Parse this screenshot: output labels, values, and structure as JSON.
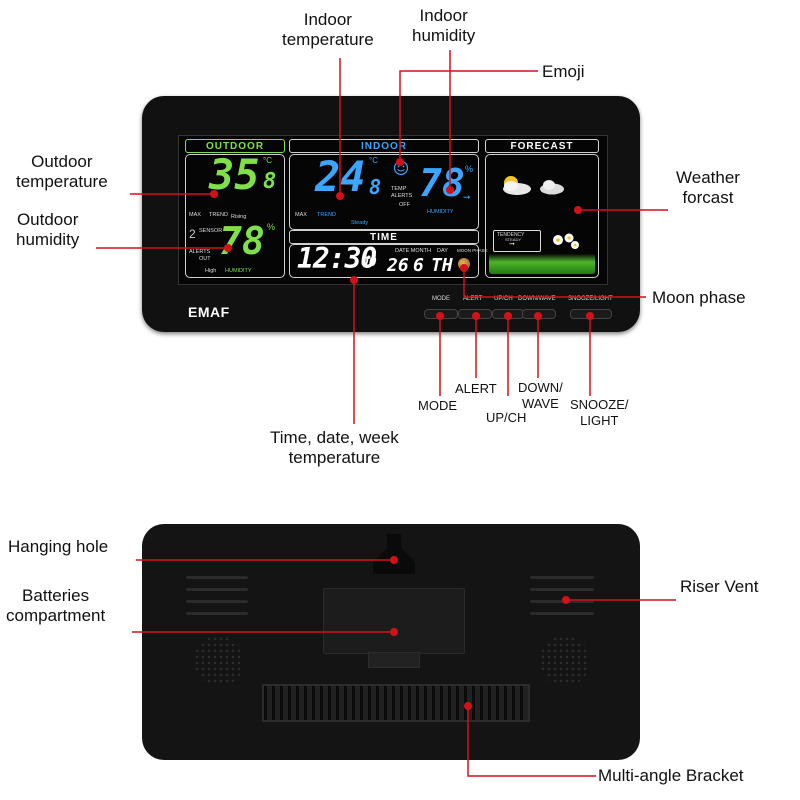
{
  "labels": {
    "indoor_temperature": [
      "Indoor",
      "temperature"
    ],
    "indoor_humidity": [
      "Indoor",
      "humidity"
    ],
    "emoji": "Emoji",
    "outdoor_temperature": [
      "Outdoor",
      "temperature"
    ],
    "outdoor_humidity": [
      "Outdoor",
      "humidity"
    ],
    "weather_forecast": [
      "Weather",
      "forcast"
    ],
    "moon_phase": "Moon phase",
    "mode": "MODE",
    "alert": "ALERT",
    "up_ch": "UP/CH",
    "down_wave": [
      "DOWN/",
      "WAVE"
    ],
    "snooze_light": [
      "SNOOZE/",
      "LIGHT"
    ],
    "time_date": [
      "Time, date, week",
      "temperature"
    ],
    "hanging_hole": "Hanging hole",
    "batteries": [
      "Batteries",
      "compartment"
    ],
    "riser_vent": "Riser Vent",
    "bracket": "Multi-angle Bracket"
  },
  "device": {
    "brand": "EMAF",
    "panels": {
      "outdoor": "OUTDOOR",
      "indoor": "INDOOR",
      "forecast": "FORECAST",
      "time": "TIME"
    },
    "outdoor_temp": "35",
    "outdoor_temp_dec": "8",
    "outdoor_hum": "78",
    "indoor_temp": "24",
    "indoor_temp_dec": "8",
    "indoor_hum": "78",
    "unit_c": "°C",
    "unit_pct": "%",
    "clock": "12:30",
    "seconds": "00",
    "date_day": "26",
    "date_month": "6",
    "weekday": "TH",
    "small": {
      "max": "MAX",
      "trend": "TREND",
      "rising": "Rising",
      "steady": "Steady",
      "humidity": "HUMIDITY",
      "sensor": "SENSOR",
      "alerts": "ALERTS",
      "out": "OUT",
      "high": "High",
      "temp": "TEMP",
      "off": "OFF",
      "date_month": "DATE MONTH",
      "day": "DAY",
      "moon_phase": "MOON PHASE",
      "tendency": "TENDENCY",
      "tendency_steady": "STEADY",
      "ch": "2"
    },
    "buttons": [
      "MODE",
      "ALERT",
      "UP/CH",
      "DOWN/WAVE",
      "SNOOZE/LIGHT"
    ]
  },
  "colors": {
    "marker": "#d3111a",
    "outdoor_green": "#7fe04a",
    "indoor_blue": "#3aa6ff",
    "clock_white": "#ffffff"
  }
}
